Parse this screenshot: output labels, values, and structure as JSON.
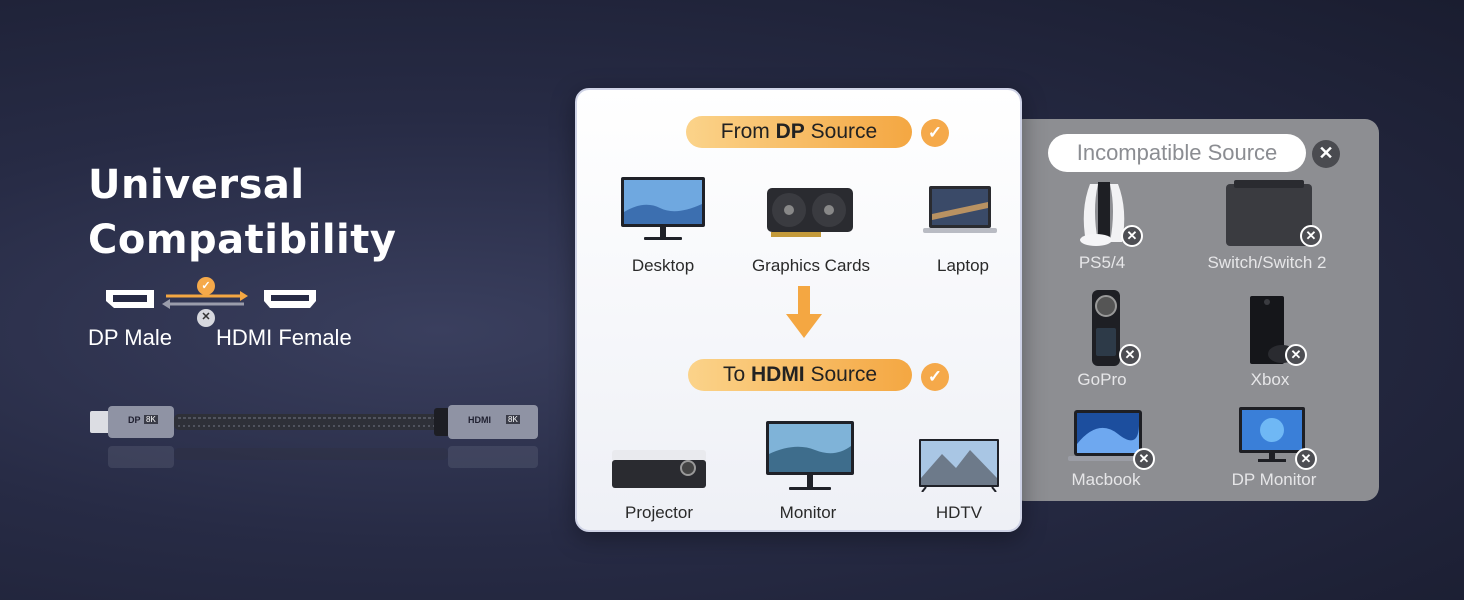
{
  "headline": {
    "line1": "Universal",
    "line2": "Compatibility"
  },
  "ports": {
    "left_label": "DP Male",
    "right_label": "HDMI Female",
    "check_symbol": "✓",
    "cross_symbol": "✕"
  },
  "cable": {
    "dp_tag": "DP",
    "dp_res": "8K",
    "hdmi_tag": "HDMI",
    "hdmi_res": "8K"
  },
  "source_panel": {
    "from_pre": "From ",
    "from_bold": "DP",
    "from_post": " Source",
    "to_pre": "To ",
    "to_bold": "HDMI",
    "to_post": " Source",
    "check_symbol": "✓",
    "sources": [
      {
        "label": "Desktop",
        "icon": "desktop-monitor-icon"
      },
      {
        "label": "Graphics Cards",
        "icon": "graphics-card-icon"
      },
      {
        "label": "Laptop",
        "icon": "laptop-icon"
      }
    ],
    "targets": [
      {
        "label": "Projector",
        "icon": "projector-icon"
      },
      {
        "label": "Monitor",
        "icon": "monitor-icon"
      },
      {
        "label": "HDTV",
        "icon": "tv-icon"
      }
    ]
  },
  "incompatible_panel": {
    "title": "Incompatible Source",
    "cross_symbol": "✕",
    "items": [
      {
        "label": "PS5/4",
        "icon": "playstation-icon"
      },
      {
        "label": "Switch/Switch 2",
        "icon": "switch-dock-icon"
      },
      {
        "label": "GoPro",
        "icon": "gopro-camera-icon"
      },
      {
        "label": "Xbox",
        "icon": "xbox-icon"
      },
      {
        "label": "Macbook",
        "icon": "macbook-icon"
      },
      {
        "label": "DP Monitor",
        "icon": "dp-monitor-icon"
      }
    ]
  },
  "colors": {
    "accent_orange": "#f4a742",
    "panel_gray": "#8d8e92",
    "bg_dark": "#272b45"
  }
}
